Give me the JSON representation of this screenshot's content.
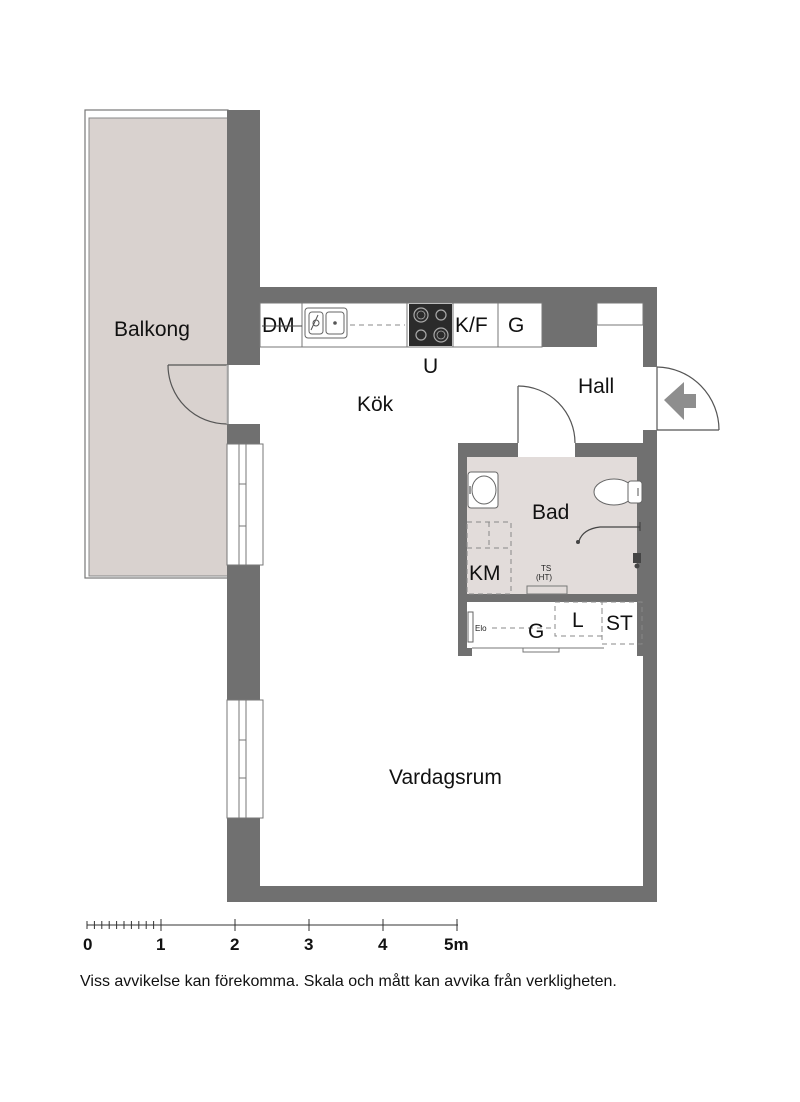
{
  "rooms": {
    "balkong": "Balkong",
    "kok": "Kök",
    "hall": "Hall",
    "bad": "Bad",
    "vardagsrum": "Vardagsrum"
  },
  "fixtures": {
    "dm": "DM",
    "kf": "K/F",
    "g_kitchen": "G",
    "u": "U",
    "km": "KM",
    "ts": "TS",
    "ht": "(HT)",
    "elo": "Elo",
    "g_closet": "G",
    "l": "L",
    "st": "ST"
  },
  "scale": {
    "ticks": [
      "0",
      "1",
      "2",
      "3",
      "4",
      "5m"
    ]
  },
  "disclaimer": "Viss avvikelse kan förekomma. Skala och mått kan avvika från verkligheten.",
  "colors": {
    "wall": "#707070",
    "balcony": "#d9d2cf",
    "bathroom": "#e2dcda",
    "entrance-arrow": "#8e8e8e",
    "hob": "#2b2b2b"
  }
}
